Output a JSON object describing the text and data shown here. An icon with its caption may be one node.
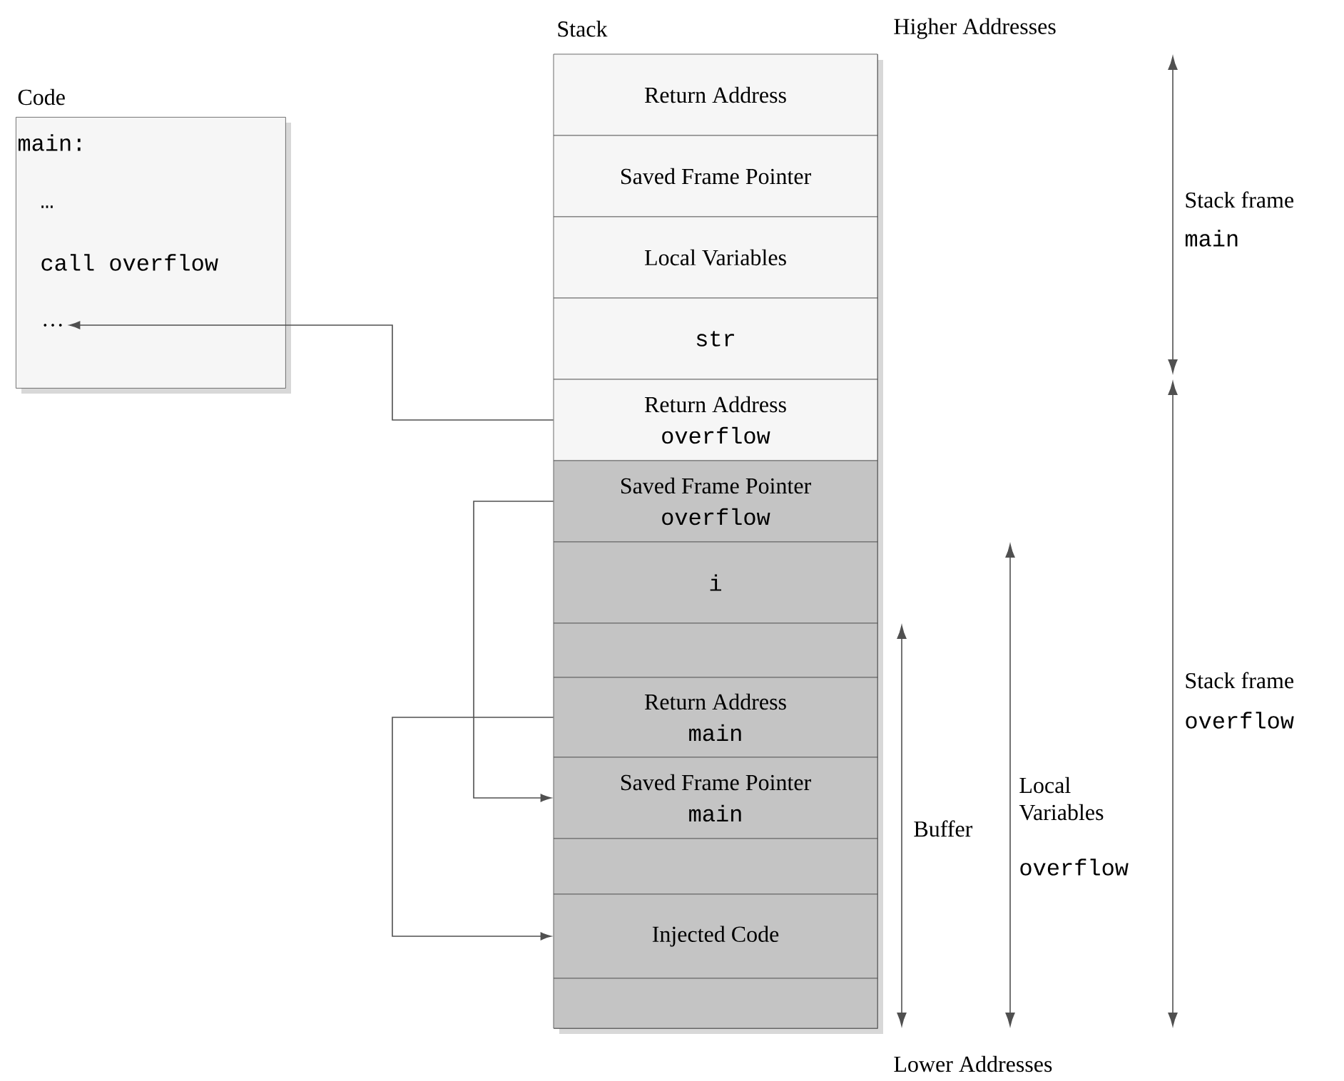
{
  "diagram": {
    "nodes": [
      {
        "text": [
          "Code",
          "main:",
          "…",
          "call overflow"
        ]
      },
      {
        "text": [
          "…"
        ],
        "in": 0
      },
      {
        "text": [
          "Stack"
        ]
      },
      {
        "text": [
          "Return Address"
        ],
        "in": 2
      },
      {
        "text": [
          "Saved Frame Pointer"
        ],
        "in": 2
      },
      {
        "text": [
          "Local Variables"
        ],
        "in": 2
      },
      {
        "text": [
          "str"
        ],
        "in": 2
      },
      {
        "text": [
          "Return Address",
          "overflow"
        ],
        "in": 2
      },
      {
        "text": [
          "Saved Frame Pointer",
          "overflow"
        ],
        "in": 2
      },
      {
        "text": [
          "i"
        ],
        "in": 2
      },
      {
        "text": [],
        "shape": "box",
        "in": 2
      },
      {
        "text": [
          "Return Address",
          "main"
        ],
        "in": 2
      },
      {
        "text": [
          "Saved Frame Pointer",
          "main"
        ],
        "in": 2
      },
      {
        "text": [],
        "shape": "box",
        "in": 2
      },
      {
        "text": [
          "Injected Code"
        ],
        "in": 2
      },
      {
        "text": [],
        "shape": "box",
        "in": 2
      }
    ],
    "edges": [
      {
        "from": 7,
        "to": 1,
        "arrow": "to"
      },
      {
        "from": 8,
        "to": 12,
        "arrow": "to"
      },
      {
        "from": 11,
        "to": 14,
        "arrow": "to"
      }
    ],
    "labels": [
      "Higher Addresses",
      "Stack frame",
      "main",
      "Stack frame",
      "overflow",
      "Buffer",
      "Local Variables",
      "overflow",
      "Lower Addresses"
    ]
  }
}
